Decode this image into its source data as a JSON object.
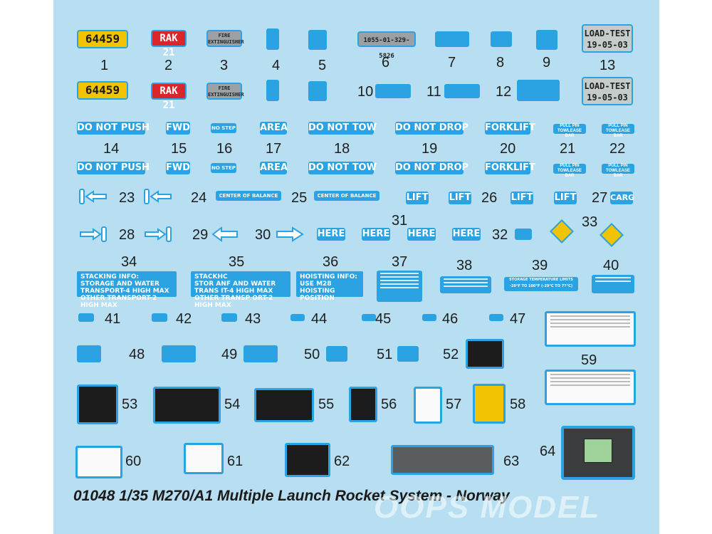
{
  "colors": {
    "background": "#b7dff1",
    "decal_blue": "#2ba3e2",
    "plate_yellow": "#f2c300",
    "plate_red": "#d9262a"
  },
  "plates": {
    "yellow": "64459",
    "red": "RAK 21",
    "extinguisher": "FIRE EXTINGUISHER",
    "nsn": "1055-01-329-5826",
    "load_test_1": "LOAD-TEST",
    "load_test_2": "19-05-03"
  },
  "stencils": {
    "do_not_push": "DO NOT PUSH",
    "fwd": "FWD",
    "no_step": "NO STEP",
    "area": "AREA",
    "do_not_tow": "DO NOT TOW",
    "do_not_drop": "DO NOT DROP",
    "forklift": "FORKLIFT",
    "pull_pin": "PULL PIN TOWLEASE BAR",
    "center_of_balance": "CENTER OF BALANCE",
    "lift": "LIFT",
    "cargo": "CARG",
    "here": "HERE"
  },
  "info_plates": {
    "stacking_1": "STACKING INFO:",
    "stacking_2": "STORAGE AND WATER",
    "stacking_3": "TRANSPORT-4 HIGH MAX",
    "stacking_4": "OTHER TRANSPORT-2 HIGH MAX",
    "stackhc_1": "STACKHC",
    "stackhc_2": "STOR ANF AND WATER",
    "stackhc_3": "TRANS IT-4 HIGH MAX",
    "stackhc_4": "OTHER TRANSP ORT-2 HIGH MAX",
    "hoisting_1": "HOISTING INFO:",
    "hoisting_2": "USE M28",
    "hoisting_3": "HOISTING POSITION",
    "storage_temp": "STORAGE TEMPERATURE LIMITS -20°F TO 100°F (-29°C TO 77°C)"
  },
  "numbers": {
    "n1": "1",
    "n2": "2",
    "n3": "3",
    "n4": "4",
    "n5": "5",
    "n6": "6",
    "n7": "7",
    "n8": "8",
    "n9": "9",
    "n10": "10",
    "n11": "11",
    "n12": "12",
    "n13": "13",
    "n14": "14",
    "n15": "15",
    "n16": "16",
    "n17": "17",
    "n18": "18",
    "n19": "19",
    "n20": "20",
    "n21": "21",
    "n22": "22",
    "n23": "23",
    "n24": "24",
    "n25": "25",
    "n26": "26",
    "n27": "27",
    "n28": "28",
    "n29": "29",
    "n30": "30",
    "n31": "31",
    "n32": "32",
    "n33": "33",
    "n34": "34",
    "n35": "35",
    "n36": "36",
    "n37": "37",
    "n38": "38",
    "n39": "39",
    "n40": "40",
    "n41": "41",
    "n42": "42",
    "n43": "43",
    "n44": "44",
    "n45": "45",
    "n46": "46",
    "n47": "47",
    "n48": "48",
    "n49": "49",
    "n50": "50",
    "n51": "51",
    "n52": "52",
    "n53": "53",
    "n54": "54",
    "n55": "55",
    "n56": "56",
    "n57": "57",
    "n58": "58",
    "n59": "59",
    "n60": "60",
    "n61": "61",
    "n62": "62",
    "n63": "63",
    "n64": "64"
  },
  "title": "01048 1/35 M270/A1 Multiple Launch Rocket System - Norway",
  "watermark": "OOPS MODEL"
}
